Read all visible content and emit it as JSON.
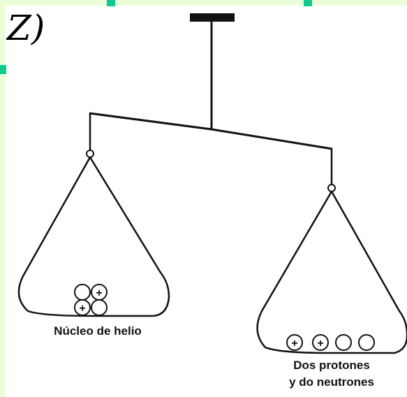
{
  "corner_label": "Z)",
  "labels": {
    "left_pan": "Núcleo de helio",
    "right_pan_line1": "Dos protones",
    "right_pan_line2": "y do neutrones"
  },
  "particle_symbols": {
    "proton": "+"
  },
  "colors": {
    "background": "#eafcd8",
    "accent_teal": "#10c890",
    "ink": "#111111"
  }
}
